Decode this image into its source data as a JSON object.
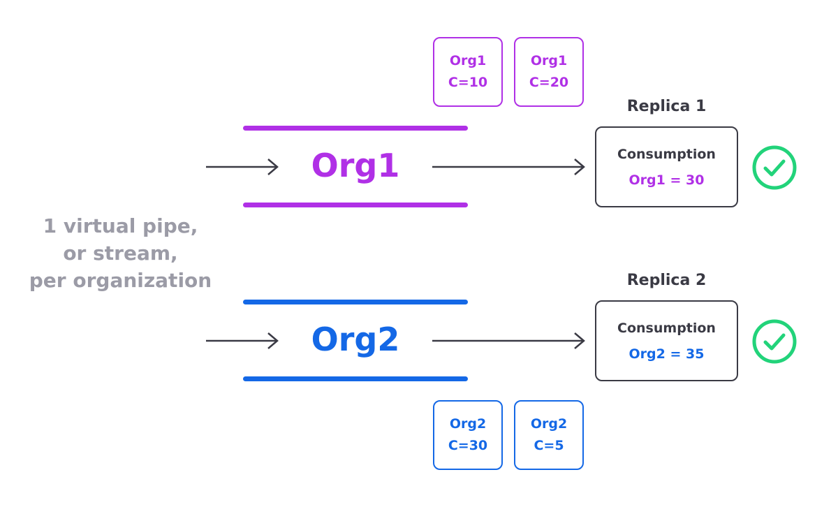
{
  "side_label": [
    "1 virtual pipe,",
    "or stream,",
    "per organization"
  ],
  "colors": {
    "org1": "#b030e6",
    "org2": "#1468e6",
    "dark": "#3a3a44",
    "grey": "#9b9ba6",
    "check": "#22d37a"
  },
  "rows": [
    {
      "pipe_label": "Org1",
      "messages": [
        {
          "org": "Org1",
          "cost": "C=10"
        },
        {
          "org": "Org1",
          "cost": "C=20"
        }
      ],
      "replica_title": "Replica 1",
      "consumption_label": "Consumption",
      "consumption_value": "Org1 = 30",
      "status_icon": "check-circle-icon"
    },
    {
      "pipe_label": "Org2",
      "messages": [
        {
          "org": "Org2",
          "cost": "C=30"
        },
        {
          "org": "Org2",
          "cost": "C=5"
        }
      ],
      "replica_title": "Replica 2",
      "consumption_label": "Consumption",
      "consumption_value": "Org2 = 35",
      "status_icon": "check-circle-icon"
    }
  ]
}
